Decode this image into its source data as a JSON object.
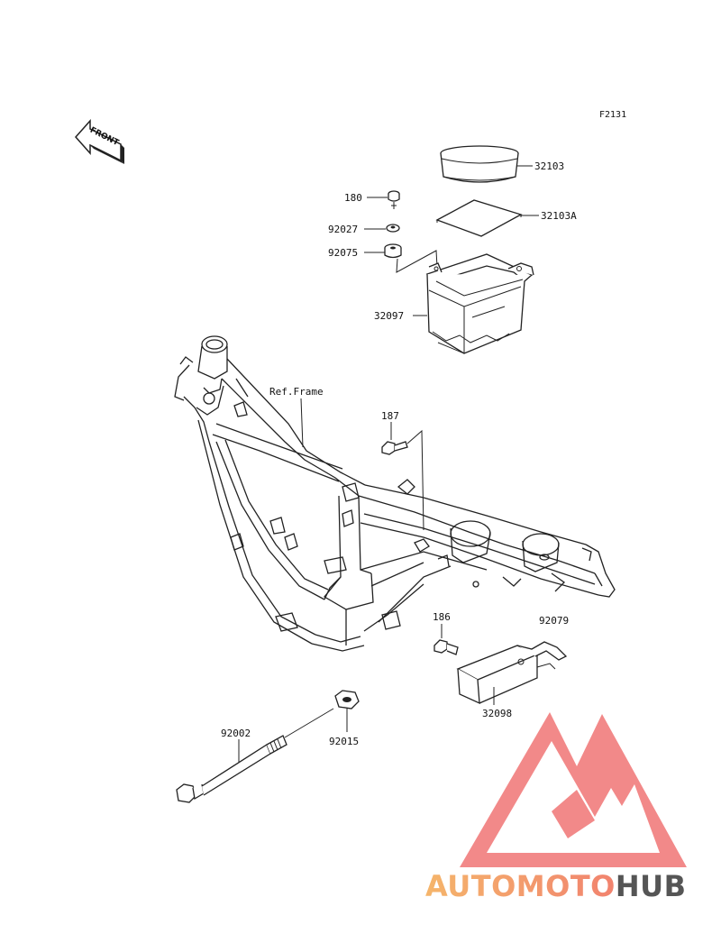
{
  "figure_code": "F2131",
  "front_label": "FRONT",
  "ref_frame_label": "Ref.Frame",
  "parts": [
    {
      "id": "p-32103",
      "number": "32103"
    },
    {
      "id": "p-32103a",
      "number": "32103A"
    },
    {
      "id": "p-180",
      "number": "180"
    },
    {
      "id": "p-92027",
      "number": "92027"
    },
    {
      "id": "p-92075",
      "number": "92075"
    },
    {
      "id": "p-32097",
      "number": "32097"
    },
    {
      "id": "p-187",
      "number": "187"
    },
    {
      "id": "p-186",
      "number": "186"
    },
    {
      "id": "p-92079",
      "number": "92079"
    },
    {
      "id": "p-32098",
      "number": "32098"
    },
    {
      "id": "p-92002",
      "number": "92002"
    },
    {
      "id": "p-92015",
      "number": "92015"
    }
  ],
  "watermark": {
    "part1": "AUTOMOTO",
    "part2": "HUB",
    "color_gradient_start": "#f5b26b",
    "color_gradient_end": "#f07070",
    "color_hub": "#555555",
    "logo_color": "#f07575"
  }
}
